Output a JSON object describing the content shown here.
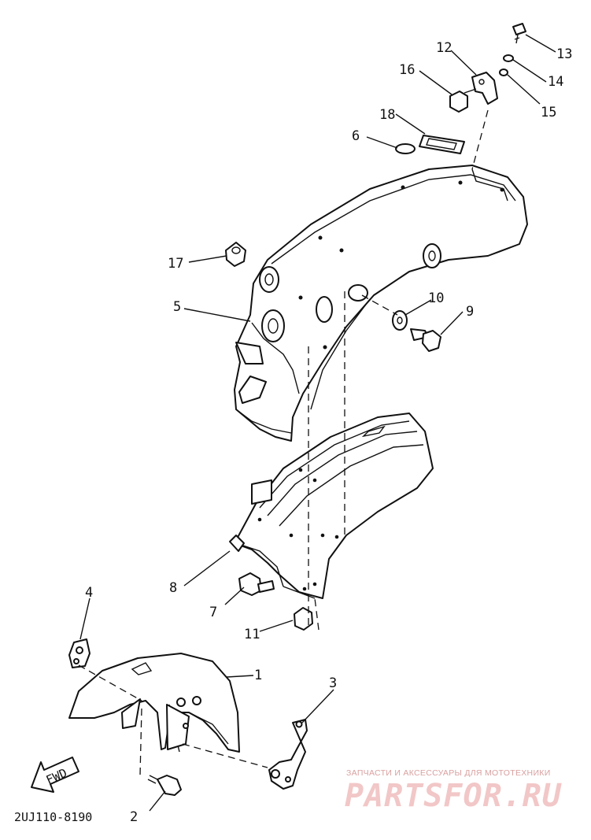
{
  "diagram_code": "2UJ110-8190",
  "fwd_label": "FWD",
  "watermark": {
    "tagline": "ЗАПЧАСТИ И АКСЕССУАРЫ ДЛЯ МОТОТЕХНИКИ",
    "logo": "PARTSFOR.RU"
  },
  "callouts": [
    "1",
    "2",
    "3",
    "4",
    "5",
    "6",
    "7",
    "8",
    "9",
    "10",
    "11",
    "12",
    "13",
    "14",
    "15",
    "16",
    "17",
    "18"
  ],
  "colors": {
    "ink": "#111111",
    "background": "#ffffff",
    "watermark": "#f2c7c7"
  }
}
